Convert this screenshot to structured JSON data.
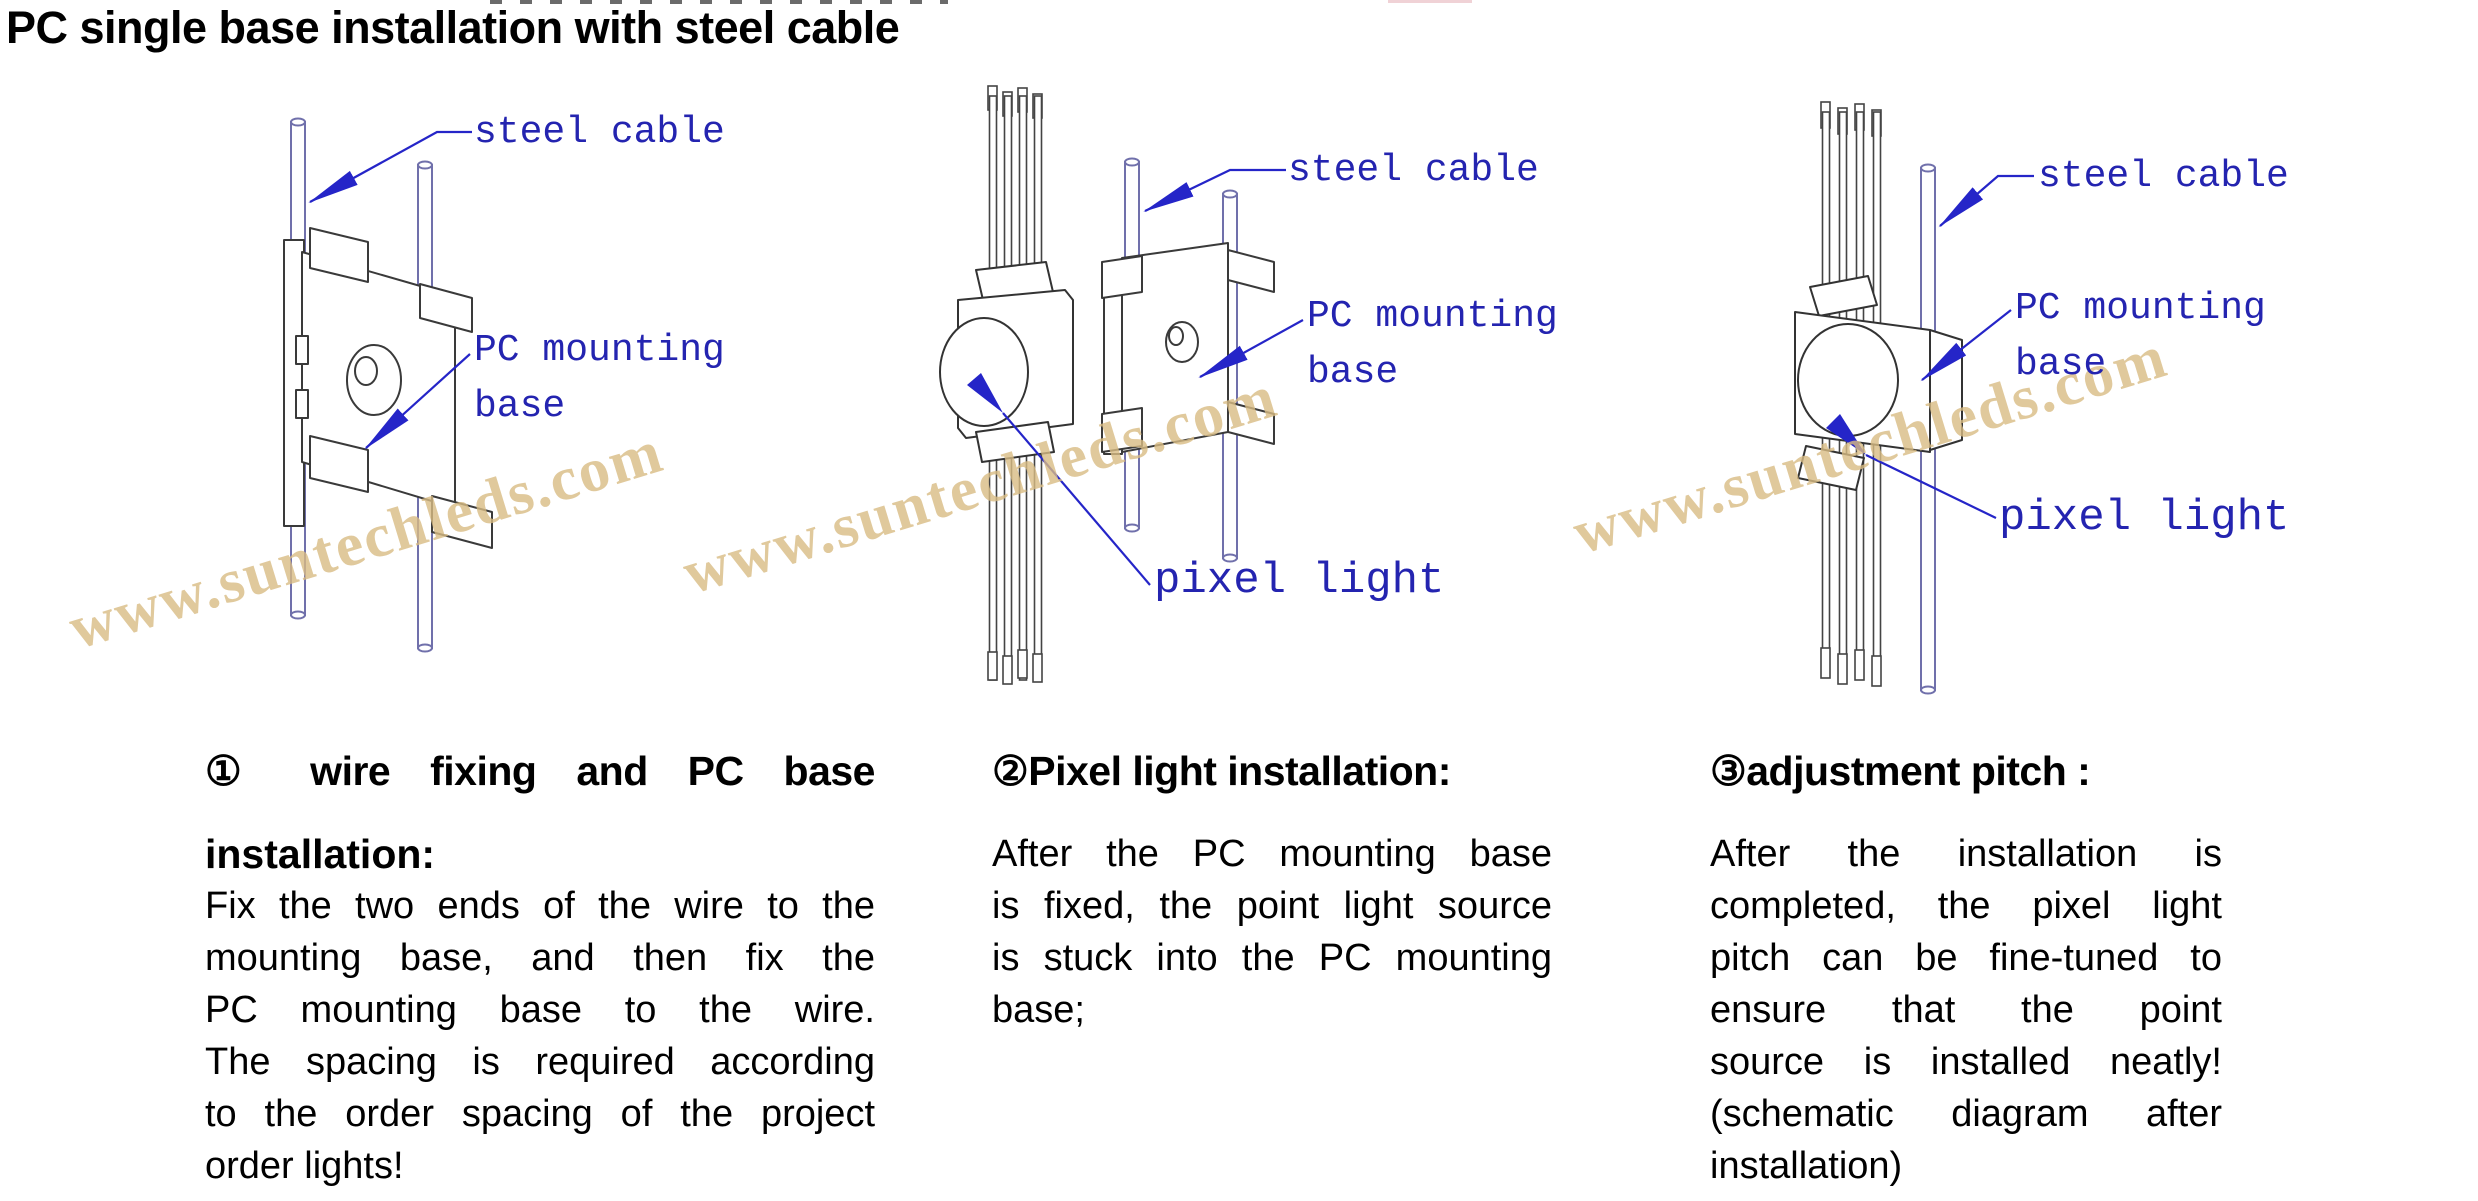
{
  "page": {
    "title": "PC single base installation with steel cable"
  },
  "watermark": {
    "text": "www.suntechleds.com"
  },
  "colors": {
    "label_blue": "#2424b0",
    "arrow_blue": "#2525c8",
    "cable_purple": "#7070ab",
    "linework_dark": "#3a3a3a",
    "wire_dark": "#444444",
    "watermark_tan": "#d9bc84",
    "text_black": "#000000"
  },
  "diagrams": [
    {
      "labels": {
        "steel_cable": "steel cable",
        "pc_mounting_line1": "PC mounting",
        "pc_mounting_line2": "base"
      }
    },
    {
      "labels": {
        "steel_cable": "steel cable",
        "pc_mounting_line1": "PC mounting",
        "pc_mounting_line2": "base",
        "pixel_light": "pixel light"
      }
    },
    {
      "labels": {
        "steel_cable": "steel cable",
        "pc_mounting_line1": "PC mounting",
        "pc_mounting_line2": "base",
        "pixel_light": "pixel light"
      }
    }
  ],
  "instructions": [
    {
      "heading_line1": "① wire fixing and PC base",
      "heading_line2": "installation:",
      "body_lines": [
        "Fix the two ends of the wire to the",
        "mounting base, and then fix the",
        "PC mounting base to the wire.",
        "The spacing is required according",
        "to the order spacing of the project",
        "order lights!"
      ]
    },
    {
      "heading": "②Pixel light installation:",
      "body_lines": [
        "After the PC mounting base",
        "is fixed, the point light source",
        "is stuck into the PC mounting",
        "base;"
      ]
    },
    {
      "heading": "③adjustment pitch :",
      "body_lines": [
        "After the installation is",
        "completed, the pixel light",
        "pitch can be fine-tuned to",
        "ensure that the point",
        "source is installed neatly!",
        "(schematic diagram after",
        "installation)"
      ]
    }
  ]
}
